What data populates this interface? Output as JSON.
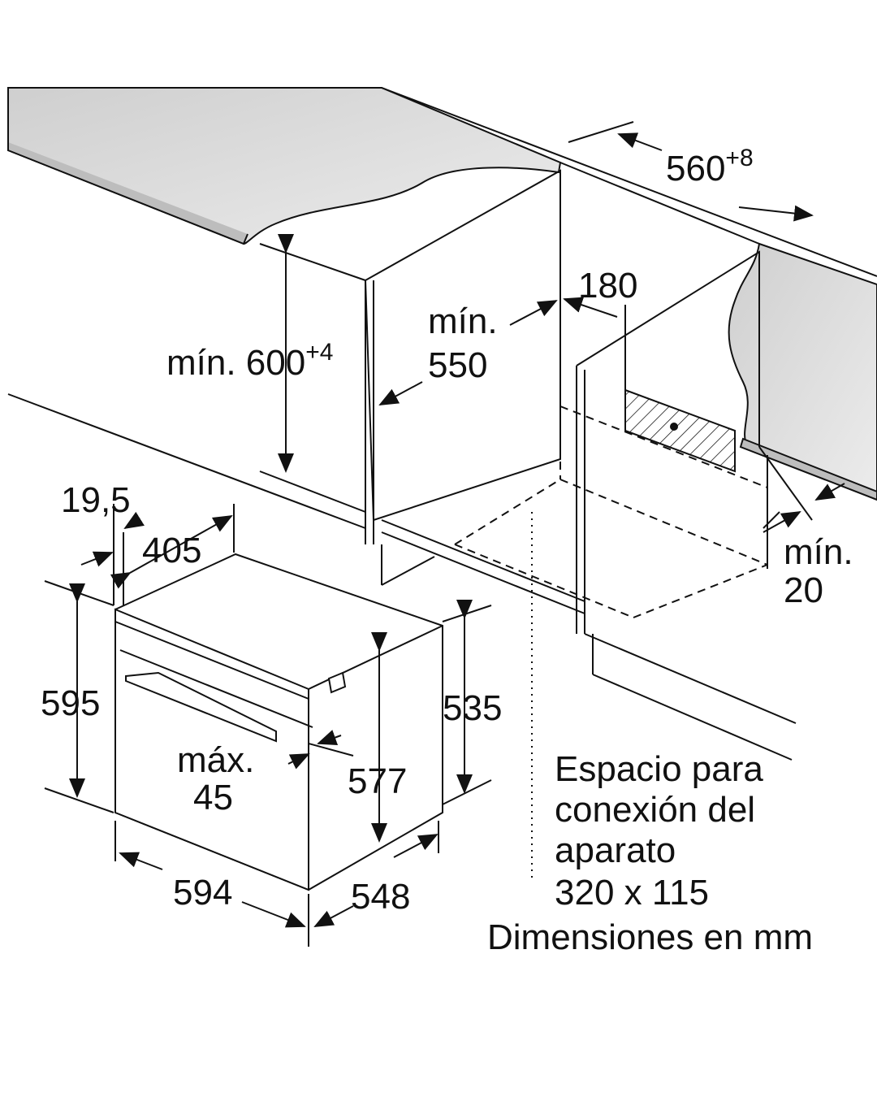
{
  "diagram": {
    "dimensions": {
      "niche_width": "560",
      "niche_width_tolerance": "+8",
      "connection_offset": "180",
      "min_depth_label": "mín.",
      "min_depth": "550",
      "min_height_label": "mín. 600",
      "min_height_tolerance": "+4",
      "front_thickness": "19,5",
      "top_depth": "405",
      "oven_height": "595",
      "body_height_side": "535",
      "handle_label": "máx.",
      "handle_max": "45",
      "body_height": "577",
      "gap_label": "mín.",
      "gap_min": "20",
      "oven_width": "594",
      "oven_depth": "548"
    },
    "connection_note": [
      "Espacio para",
      "conexión del",
      "aparato",
      "320 x 115"
    ],
    "units_note": "Dimensiones en mm"
  },
  "colors": {
    "line": "#111111",
    "counter": "#d6d6d6",
    "counter_edge": "#bdbdbd"
  }
}
